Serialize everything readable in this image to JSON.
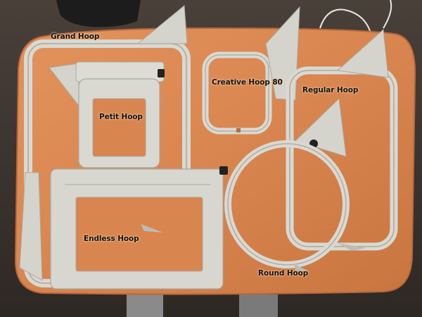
{
  "photo": {
    "labels": {
      "grand": "Grand Hoop",
      "petit": "Petit Hoop",
      "creative": "Creative Hoop 80",
      "regular": "Regular Hoop",
      "endless": "Endless Hoop",
      "round": "Round Hoop"
    },
    "colors": {
      "carpet": "#3a3430",
      "table": "#d9854f",
      "table_edge": "#b8683c",
      "hoop_plastic": "#d9d9d2",
      "hoop_shadow": "#a9a9a1"
    }
  }
}
